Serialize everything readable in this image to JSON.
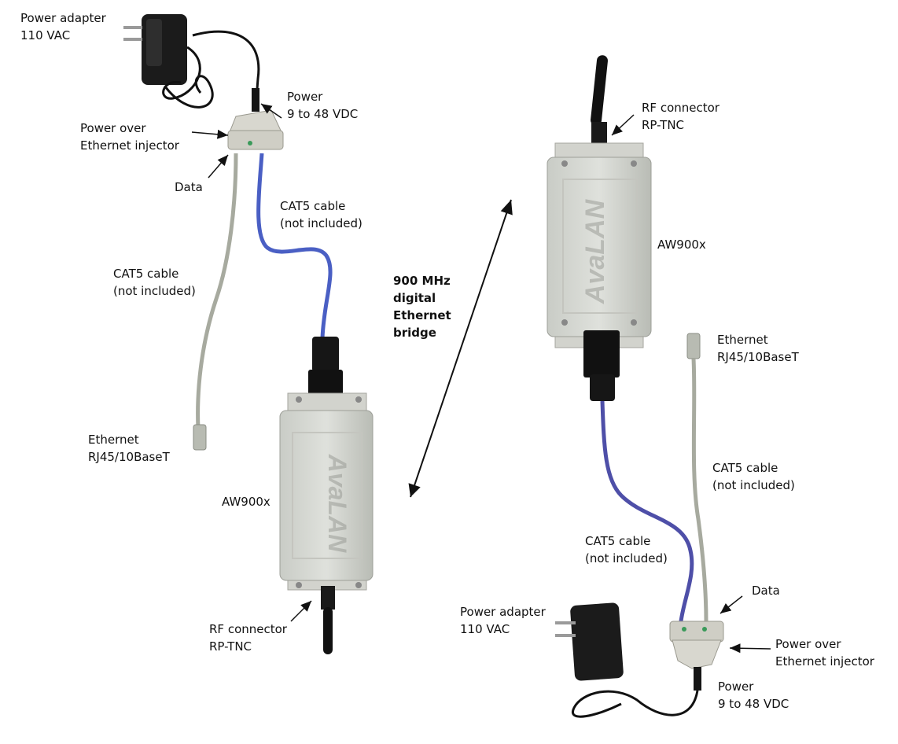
{
  "left_side": {
    "power_adapter": {
      "line1": "Power adapter",
      "line2": "110 VAC"
    },
    "power": {
      "line1": "Power",
      "line2": "9 to 48 VDC"
    },
    "poe_injector": {
      "line1": "Power over",
      "line2": "Ethernet injector"
    },
    "data": "Data",
    "cat5_top": {
      "line1": "CAT5 cable",
      "line2": "(not included)"
    },
    "cat5_left": {
      "line1": "CAT5 cable",
      "line2": "(not included)"
    },
    "ethernet": {
      "line1": "Ethernet",
      "line2": "RJ45/10BaseT"
    },
    "device": "AW900x",
    "rf_connector": {
      "line1": "RF connector",
      "line2": "RP-TNC"
    }
  },
  "center": {
    "bridge": {
      "line1": "900 MHz",
      "line2": "digital",
      "line3": "Ethernet",
      "line4": "bridge"
    }
  },
  "right_side": {
    "rf_connector": {
      "line1": "RF connector",
      "line2": "RP-TNC"
    },
    "device": "AW900x",
    "ethernet": {
      "line1": "Ethernet",
      "line2": "RJ45/10BaseT"
    },
    "cat5_right": {
      "line1": "CAT5 cable",
      "line2": "(not included)"
    },
    "cat5_left": {
      "line1": "CAT5 cable",
      "line2": "(not included)"
    },
    "data": "Data",
    "power_adapter": {
      "line1": "Power adapter",
      "line2": "110 VAC"
    },
    "poe_injector": {
      "line1": "Power over",
      "line2": "Ethernet injector"
    },
    "power": {
      "line1": "Power",
      "line2": "9 to 48 VDC"
    }
  },
  "brand_logo_text": "AvaLAN"
}
